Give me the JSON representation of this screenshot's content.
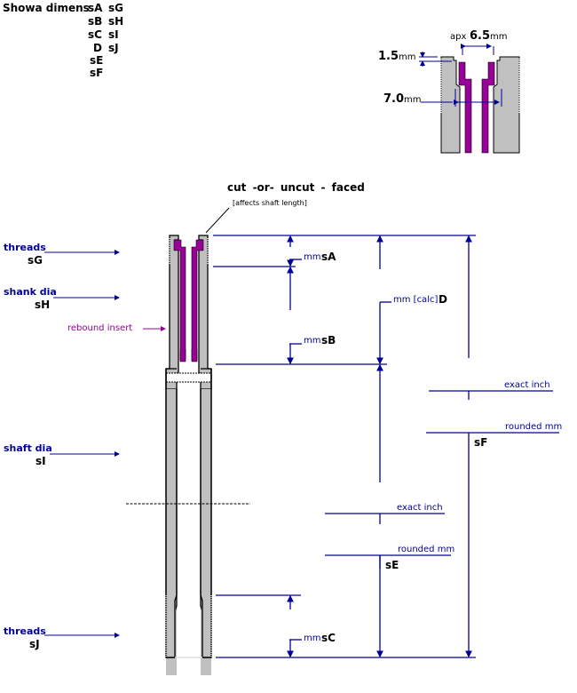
{
  "header": {
    "title": "Showa dimens",
    "codes_col1": [
      "sA",
      "sB",
      "sC",
      "D",
      "sE",
      "sF"
    ],
    "codes_col2": [
      "sG",
      "sH",
      "sI",
      "sJ"
    ]
  },
  "detail": {
    "apx_label": "apx",
    "top_gap_value": "6.5",
    "top_gap_unit": "mm",
    "step_value": "1.5",
    "step_unit": "mm",
    "inner_value": "7.0",
    "inner_unit": "mm"
  },
  "main": {
    "face_title": "cut -or- uncut - faced",
    "face_note": "[affects shaft length]",
    "left_labels": [
      {
        "label": "threads",
        "code": "sG"
      },
      {
        "label": "shank dia",
        "code": "sH"
      },
      {
        "label": "shaft dia",
        "code": "sI"
      },
      {
        "label": "threads",
        "code": "sJ"
      }
    ],
    "insert_label": "rebound insert",
    "dims": {
      "sA": {
        "unit": "mm",
        "code": "sA"
      },
      "sB": {
        "unit": "mm",
        "code": "sB"
      },
      "D": {
        "unit": "mm [calc]",
        "code": "D"
      },
      "sC": {
        "unit": "mm",
        "code": "sC"
      },
      "sF": {
        "exact": "exact inch",
        "rounded": "rounded mm",
        "code": "sF"
      },
      "sE": {
        "exact": "exact inch",
        "rounded": "rounded mm",
        "code": "sE"
      }
    }
  },
  "colors": {
    "line": "#000099",
    "insert": "#990099",
    "metal": "#c0c0c0"
  }
}
